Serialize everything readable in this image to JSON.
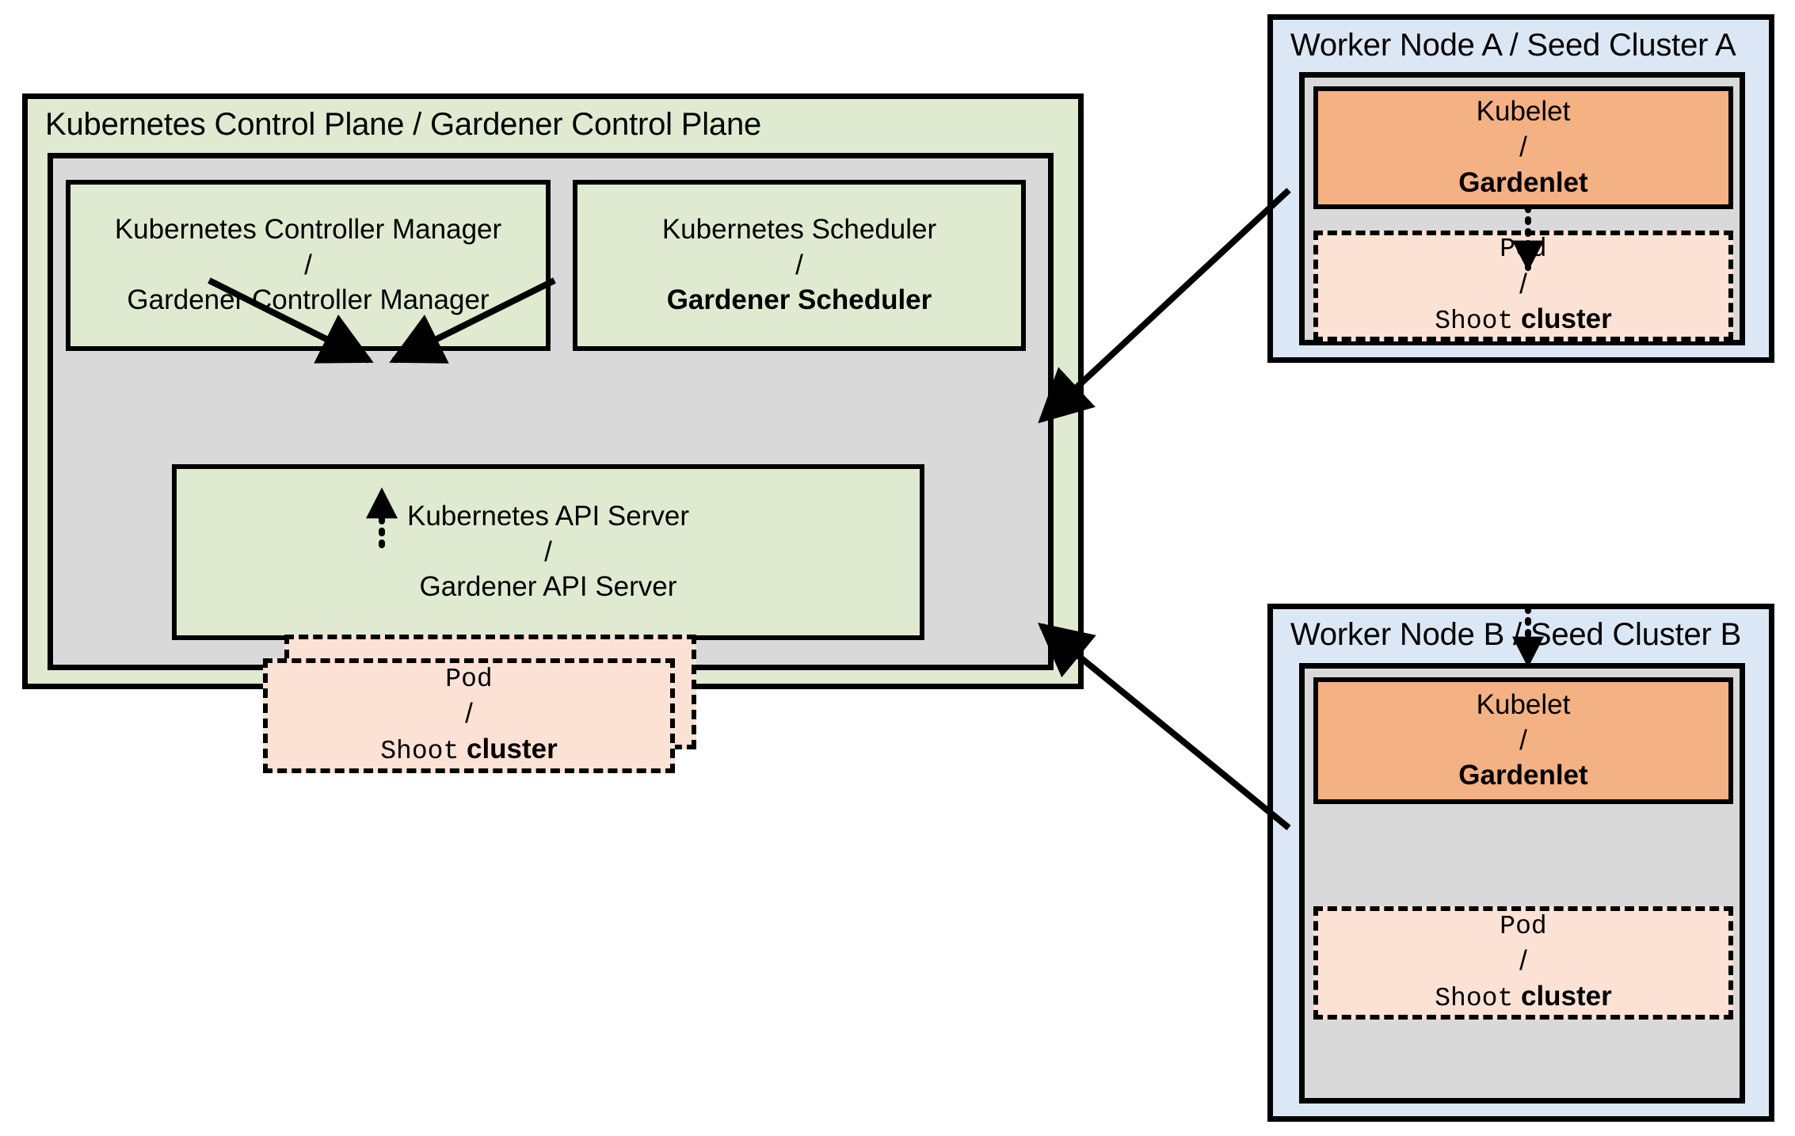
{
  "diagram": {
    "title_left": "Kubernetes Control Plane / Gardener Control Plane",
    "title_worker_a": "Worker Node A / Seed Cluster A",
    "title_worker_b": "Worker Node B / Seed Cluster B",
    "separator": "/"
  },
  "control_plane": {
    "controller_manager": {
      "line1": "Kubernetes Controller Manager",
      "sep": "/",
      "line2": "Gardener Controller Manager"
    },
    "scheduler": {
      "line1": "Kubernetes Scheduler",
      "sep": "/",
      "line2": "Gardener Scheduler"
    },
    "api_server": {
      "line1": "Kubernetes API Server",
      "sep": "/",
      "line2": "Gardener API Server"
    },
    "pod": {
      "line1": "Pod",
      "sep": "/",
      "line2_mono": "Shoot",
      "line2_bold": "cluster"
    }
  },
  "worker_a": {
    "kubelet": {
      "line1": "Kubelet",
      "sep": "/",
      "line2": "Gardenlet"
    },
    "pod": {
      "line1": "Pod",
      "sep": "/",
      "line2_mono": "Shoot",
      "line2_bold": "cluster"
    }
  },
  "worker_b": {
    "kubelet": {
      "line1": "Kubelet",
      "sep": "/",
      "line2": "Gardenlet"
    },
    "pod": {
      "line1": "Pod",
      "sep": "/",
      "line2_mono": "Shoot",
      "line2_bold": "cluster"
    }
  },
  "colors": {
    "green_fill": "#dfead0",
    "blue_fill": "#dbe7f5",
    "gray_panel": "#d9d9d9",
    "orange_fill": "#f4b183",
    "pod_fill": "#fbe2d5",
    "stroke": "#000000"
  }
}
